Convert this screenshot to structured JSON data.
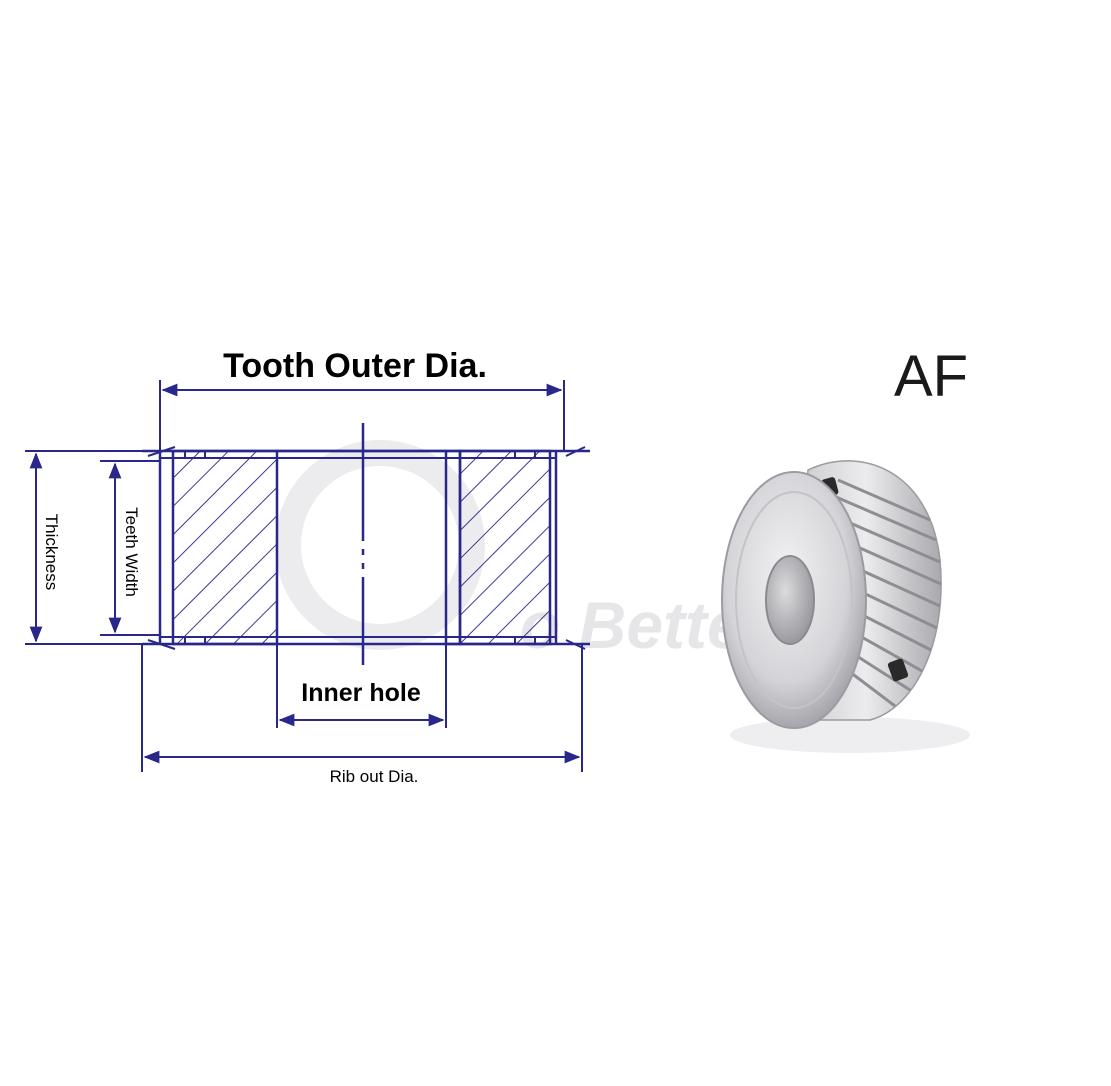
{
  "diagram": {
    "labels": {
      "tooth_outer_dia": "Tooth Outer Dia.",
      "thickness": "Thickness",
      "teeth_width": "Teeth Width",
      "inner_hole": "Inner hole",
      "rib_out_dia": "Rib out Dia.",
      "variant": "AF"
    },
    "watermark": "o Better"
  },
  "colors": {
    "line": "#29288a",
    "hatch": "#3a3990",
    "text": "#000000",
    "metal_light": "#e8e8ea",
    "metal_dark": "#8f8f95"
  }
}
